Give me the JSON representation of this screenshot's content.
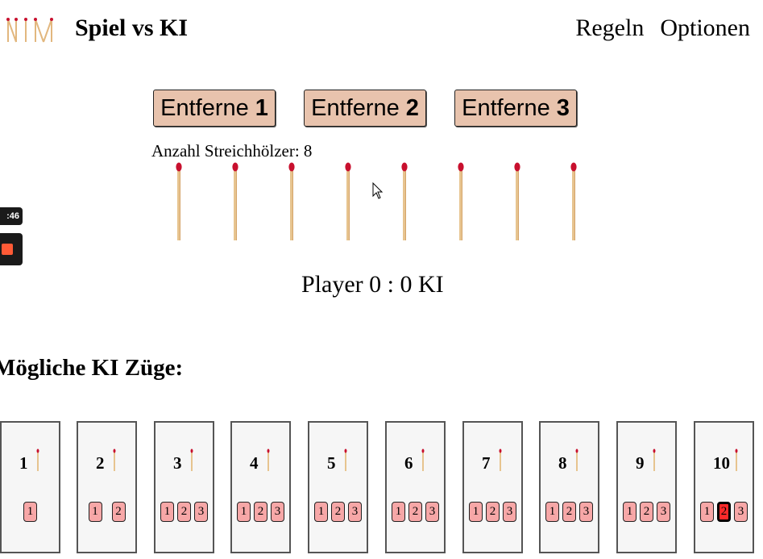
{
  "header": {
    "title": "Spiel vs KI",
    "nav": [
      "Regeln",
      "Optionen"
    ]
  },
  "controls": {
    "remove_buttons": [
      {
        "label": "Entferne",
        "count": "1"
      },
      {
        "label": "Entferne",
        "count": "2"
      },
      {
        "label": "Entferne",
        "count": "3"
      }
    ]
  },
  "game": {
    "match_count_label": "Anzahl Streichhölzer: 8",
    "match_count": 8,
    "score_text": "Player 0 : 0 KI"
  },
  "recorder": {
    "time": ":46"
  },
  "ai_moves": {
    "title": "Mögliche KI Züge:",
    "cards": [
      {
        "number": "1",
        "moves": [
          "1"
        ],
        "selected": null
      },
      {
        "number": "2",
        "moves": [
          "1",
          "2"
        ],
        "selected": null
      },
      {
        "number": "3",
        "moves": [
          "1",
          "2",
          "3"
        ],
        "selected": null
      },
      {
        "number": "4",
        "moves": [
          "1",
          "2",
          "3"
        ],
        "selected": null
      },
      {
        "number": "5",
        "moves": [
          "1",
          "2",
          "3"
        ],
        "selected": null
      },
      {
        "number": "6",
        "moves": [
          "1",
          "2",
          "3"
        ],
        "selected": null
      },
      {
        "number": "7",
        "moves": [
          "1",
          "2",
          "3"
        ],
        "selected": null
      },
      {
        "number": "8",
        "moves": [
          "1",
          "2",
          "3"
        ],
        "selected": null
      },
      {
        "number": "9",
        "moves": [
          "1",
          "2",
          "3"
        ],
        "selected": null
      },
      {
        "number": "10",
        "moves": [
          "1",
          "2",
          "3"
        ],
        "selected": 1
      }
    ]
  },
  "colors": {
    "button_bg": "#e8c3ad",
    "match_head": "#c8102e",
    "match_stick": "#e7c48f",
    "move_chip": "#f7a7a7",
    "move_chip_selected": "#ff2a2a"
  }
}
